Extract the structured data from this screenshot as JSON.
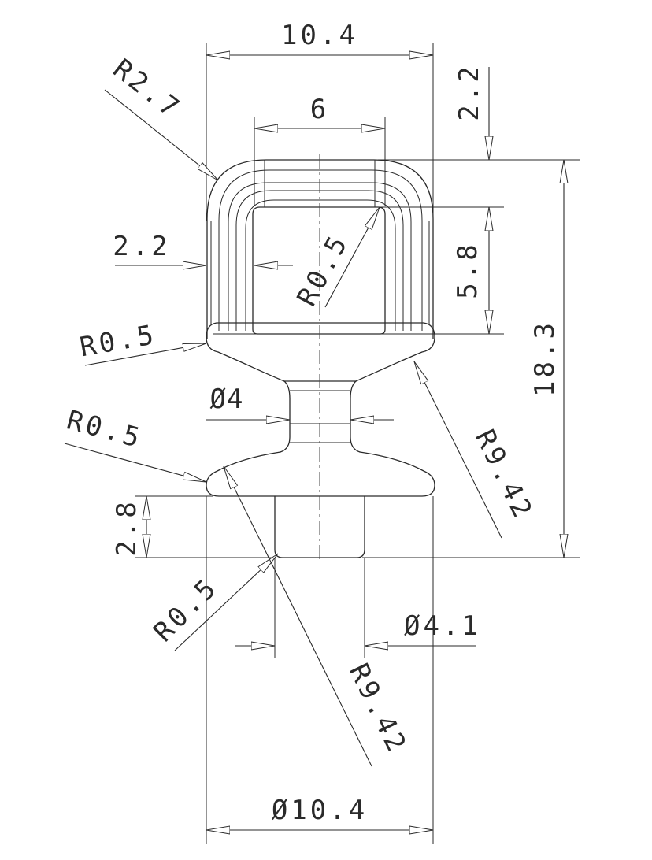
{
  "dimensions": {
    "top_width": "10.4",
    "loop_inner_width": "6",
    "top_wall": "2.2",
    "left_wall": "2.2",
    "outer_radius": "R2.7",
    "inner_radius": "R0.5",
    "loop_inner_height": "5.8",
    "overall_height": "18.3",
    "top_edge_radius": "R0.5",
    "neck_diameter": "Ø4",
    "flange_edge_radius": "R0.5",
    "upper_curve_radius": "R9.42",
    "pin_length": "2.8",
    "pin_edge_radius": "R0.5",
    "pin_diameter": "Ø4.1",
    "lower_curve_radius": "R9.42",
    "base_diameter": "Ø10.4"
  }
}
